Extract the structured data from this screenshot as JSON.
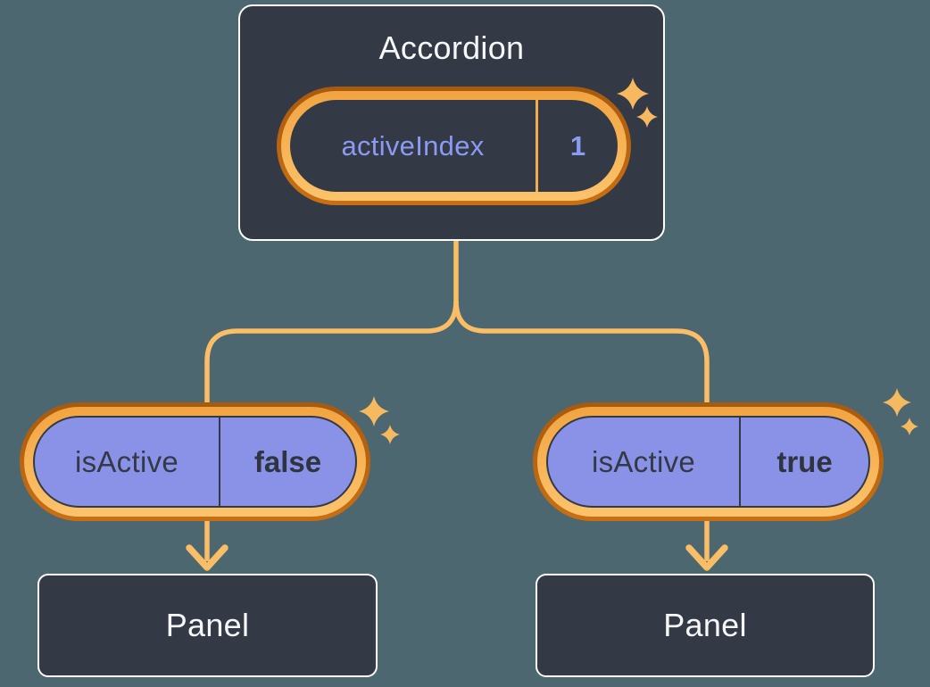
{
  "diagram": {
    "accordion": {
      "label": "Accordion",
      "state_pill": {
        "name": "activeIndex",
        "value": "1"
      }
    },
    "children": [
      {
        "prop_pill": {
          "name": "isActive",
          "value": "false"
        },
        "panel_label": "Panel"
      },
      {
        "prop_pill": {
          "name": "isActive",
          "value": "true"
        },
        "panel_label": "Panel"
      }
    ],
    "colors": {
      "background": "#4d6770",
      "box_fill": "#333a46",
      "box_border": "#ffffff",
      "connector_gold": "#fbbd66",
      "ring_outer_orange": "#b4600f",
      "ring_inner_orange": "#f9b85f",
      "pill_purple_fill": "#8a92e8",
      "state_text_purple": "#8b9af3",
      "text_light": "#f6f7f9",
      "text_dark": "#333a46",
      "sparkle_gold": "#f6b95f"
    }
  }
}
